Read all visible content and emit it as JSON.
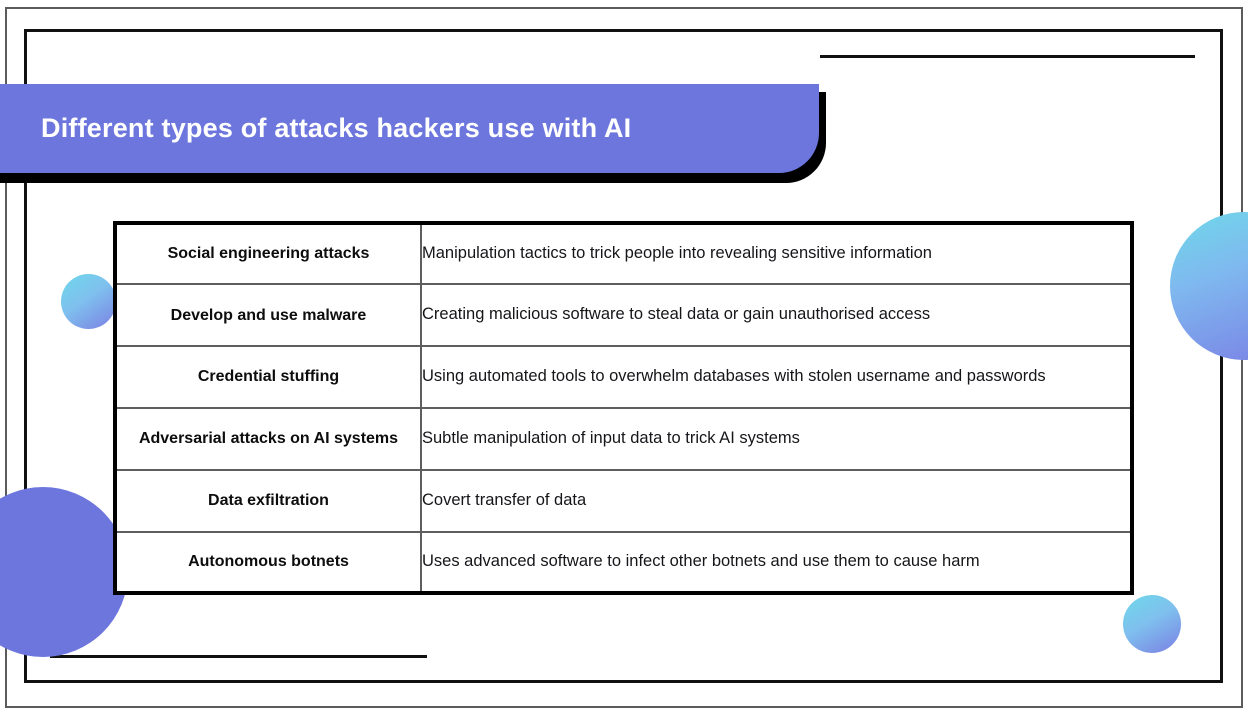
{
  "slide": {
    "title": "Different types of attacks hackers use with AI",
    "background_color": "#ffffff",
    "accent_color": "#6d76dd",
    "frame_color": "#111111",
    "outer_frame_color": "#5b5b5b"
  },
  "decor": {
    "circle_left_small": "gradient-circle-cyan-purple",
    "circle_left_big": "solid-circle-purple",
    "circle_right_big": "gradient-circle-cyan-purple",
    "circle_right_small": "gradient-circle-cyan-purple",
    "rule_top_right": "horizontal-rule",
    "rule_bottom_left": "horizontal-rule"
  },
  "table": {
    "rows": [
      {
        "term": "Social engineering attacks",
        "description": "Manipulation tactics to trick people into revealing sensitive information"
      },
      {
        "term": "Develop and use malware",
        "description": "Creating malicious software to steal data or gain unauthorised access"
      },
      {
        "term": "Credential stuffing",
        "description": "Using automated tools to overwhelm databases with stolen username and passwords"
      },
      {
        "term": "Adversarial attacks on AI systems",
        "description": "Subtle manipulation of input data to trick AI systems"
      },
      {
        "term": "Data exfiltration",
        "description": "Covert transfer of data"
      },
      {
        "term": "Autonomous botnets",
        "description": "Uses advanced software to infect other botnets and use them to cause harm"
      }
    ]
  }
}
